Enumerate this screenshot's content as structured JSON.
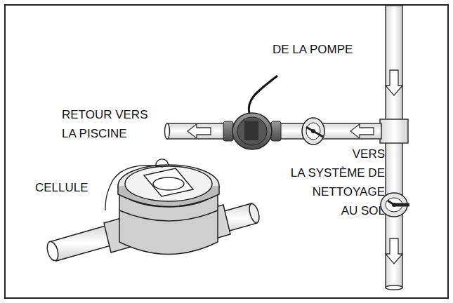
{
  "diagram": {
    "labels": [
      "DE LA POMPE",
      "RETOUR VERS LA PISCINE",
      "VERS LA SYSTÈME DE NETTOYAGE AU SOL",
      "CELLULE"
    ]
  }
}
